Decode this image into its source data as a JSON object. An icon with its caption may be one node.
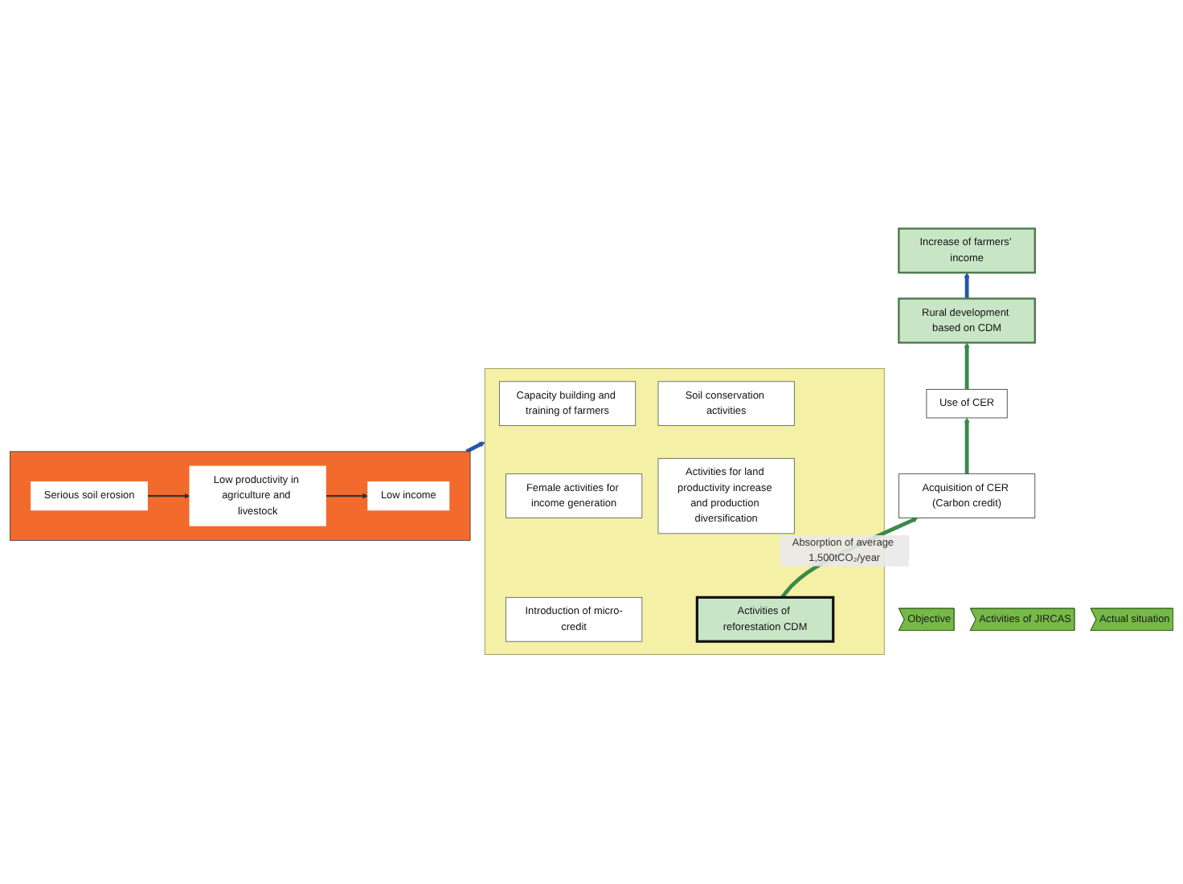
{
  "diagram": {
    "nodes": [
      {
        "text": [
          "Objective"
        ]
      },
      {
        "text": [
          "Increase of farmers’ income"
        ]
      },
      {
        "text": [
          "Activities of JIRCAS"
        ]
      },
      {
        "text": [
          "Rural development based on CDM"
        ]
      },
      {
        "text": [],
        "shape": "box"
      },
      {
        "text": [
          "Capacity building and training of farmers"
        ],
        "in": 4
      },
      {
        "text": [
          "Soil conservation activities"
        ],
        "in": 4
      },
      {
        "text": [
          "Female activities for income generation"
        ],
        "in": 4
      },
      {
        "text": [
          "Activities for land productivity increase and production diversification"
        ],
        "in": 4
      },
      {
        "text": [
          "Introduction of micro-credit"
        ],
        "in": 4
      },
      {
        "text": [
          "Activities of reforestation CDM"
        ],
        "in": 4
      },
      {
        "text": [
          "Use of CER"
        ]
      },
      {
        "text": [
          "Acquisition of CER (Carbon credit)"
        ]
      },
      {
        "text": [
          "Actual situation"
        ]
      },
      {
        "text": [],
        "shape": "band"
      },
      {
        "text": [
          "Serious soil erosion"
        ],
        "in": 14
      },
      {
        "text": [
          "Low productivity in agriculture and livestock"
        ],
        "in": 14
      },
      {
        "text": [
          "Low income"
        ],
        "in": 14
      }
    ],
    "edges": [
      {
        "from": 3,
        "to": 1,
        "arrow": "to",
        "color": "#2656a6"
      },
      {
        "from": 14,
        "to": 4,
        "arrow": "to",
        "color": "#2656a6"
      },
      {
        "from": 10,
        "to": 12,
        "arrow": "to",
        "label": "Absorption of average 1,500tCO₂/year",
        "color": "#3a8a4a"
      },
      {
        "from": 12,
        "to": 11,
        "arrow": "to",
        "color": "#3a8a4a"
      },
      {
        "from": 11,
        "to": 3,
        "arrow": "to",
        "color": "#3a8a4a"
      },
      {
        "from": 15,
        "to": 16,
        "arrow": "to"
      },
      {
        "from": 16,
        "to": 17,
        "arrow": "to"
      }
    ]
  }
}
